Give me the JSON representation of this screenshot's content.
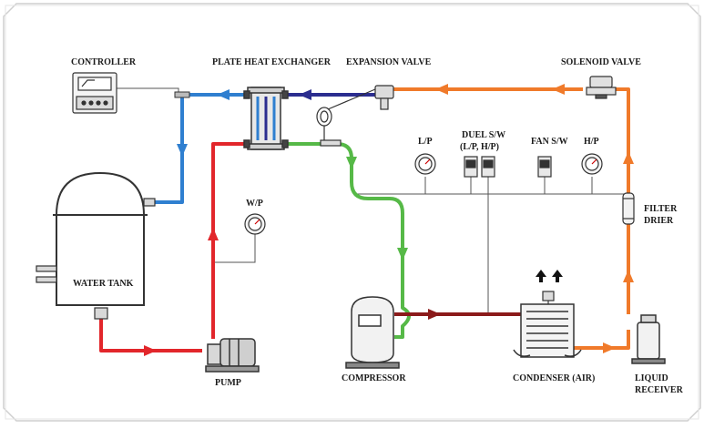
{
  "labels": {
    "controller": "CONTROLLER",
    "plate_heat_exchanger": "PLATE HEAT EXCHANGER",
    "expansion_valve": "EXPANSION VALVE",
    "solenoid_valve": "SOLENOID VALVE",
    "lp": "L/P",
    "duel_sw": "DUEL  S/W",
    "duel_sw_sub": "(L/P, H/P)",
    "fan_sw": "FAN S/W",
    "hp": "H/P",
    "filter": "FILTER",
    "drier": "DRIER",
    "wp": "W/P",
    "water_tank": "WATER TANK",
    "pump": "PUMP",
    "compressor": "COMPRESSOR",
    "condenser": "CONDENSER (AIR)",
    "liquid": "LIQUID",
    "receiver": "RECEIVER"
  },
  "colors": {
    "water_supply_line": "#2f7fd0",
    "water_return_line": "#e2262b",
    "suction_line": "#56b947",
    "discharge_line": "#8b1a1a",
    "liquid_line": "#f07a2a",
    "expansion_line": "#2b2d8f",
    "frame_border": "#cfcfcf"
  },
  "icons": [
    "controller-icon",
    "gauge-icon",
    "switch-icon",
    "valve-icon",
    "fan-icon",
    "arrow-up-icon"
  ]
}
